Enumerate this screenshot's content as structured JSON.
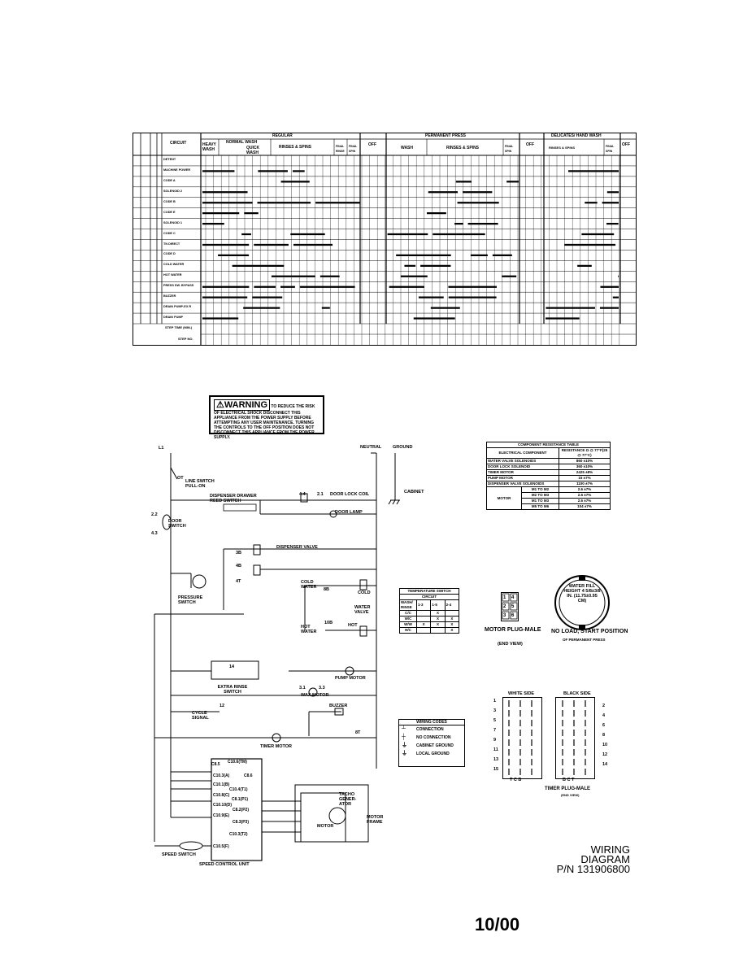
{
  "timer_chart": {
    "top_headers": {
      "circuit": "CIRCUIT",
      "regular": "REGULAR",
      "off1": "OFF",
      "permanent_press": "PERMANENT PRESS",
      "off2": "OFF",
      "delicates": "DELICATES/ HAND WASH",
      "off3": "OFF"
    },
    "sub_headers": {
      "heavy_wash": "HEAVY WASH",
      "normal_wash": "NORMAL WASH",
      "quick_wash": "QUICK WASH",
      "rinses_spins_1": "RINSES & SPINS",
      "final_rinse": "FINAL RINSE",
      "final_spin_1": "FINAL SPIN",
      "wash": "WASH",
      "rinses_spins_2": "RINSES & SPINS",
      "final_spin_2": "FINAL SPIN",
      "rinses_spins_3": "RINSES & SPINS",
      "final_spin_3": "FINAL SPIN"
    },
    "circuits": [
      "DETENT",
      "MACHINE POWER",
      "CODE A",
      "SOLENOID 2",
      "CODE B",
      "CODE E",
      "SOLENOID 1",
      "CODE C",
      "TN DIRECT",
      "CODE D",
      "COLD WATER",
      "HOT WATER",
      "PRESS SW. BYPASS",
      "BUZZER",
      "DRAIN PUMP-EX R",
      "DRAIN PUMP"
    ],
    "row_footer_1": "STEP TIME (MIN.)",
    "row_footer_2": "STEP NO."
  },
  "warning": {
    "badge": "⚠WARNING",
    "text": "TO REDUCE THE RISK OF ELECTRICAL SHOCK DISCONNECT THIS APPLIANCE FROM THE POWER SUPPLY BEFORE ATTEMPTING ANY USER MAINTENANCE. TURNING THE CONTROLS TO THE OFF POSITION DOES NOT DISCONNECT THIS APPLIANCE FROM THE POWER SUPPLY."
  },
  "schematic": {
    "l1": "L1",
    "neutral": "NEUTRAL",
    "ground": "GROUND",
    "cabinet": "CABINET",
    "ot": "OT",
    "line_switch": "LINE SWITCH PULL-ON",
    "dispenser_drawer": "DISPENSER DRAWER REED SWITCH",
    "door_lock_coil": "DOOR LOCK COIL",
    "door_lamp": "DOOR LAMP",
    "door_switch": "DOOR SWITCH",
    "dispenser_valve": "DISPENSER VALVE",
    "pressure_switch": "PRESSURE SWITCH",
    "cold_water": "COLD WATER",
    "cold": "COLD",
    "water_valve": "WATER VALVE",
    "hot_water": "HOT WATER",
    "hot": "HOT",
    "extra_rinse": "EXTRA RINSE SWITCH",
    "pump_motor": "PUMP MOTOR",
    "wax_motor": "WAX MOTOR",
    "cycle_signal": "CYCLE SIGNAL",
    "buzzer": "BUZZER",
    "timer_motor": "TIMER MOTOR",
    "motor": "MOTOR",
    "tacho": "TACHO GENER- ATOR",
    "motor_frame": "MOTOR FRAME",
    "speed_switch": "SPEED SWITCH",
    "speed_control": "SPEED CONTROL UNIT",
    "n_44": "4.4",
    "n_21": "2.1",
    "n_22": "2.2",
    "n_43": "4.3",
    "n_3B": "3B",
    "n_4B": "4B",
    "n_4T": "4T",
    "n_8B": "8B",
    "n_10B": "10B",
    "n_31": "3.1",
    "n_33": "3.3",
    "n_14": "14",
    "n_12": "12",
    "n_8T": "8T",
    "sc_labels": [
      "C8.5",
      "C10.6(TM)",
      "C10.3(A)",
      "C8.6",
      "C10.1(B)",
      "C10.4(T1)",
      "C10.8(C)",
      "C8.1(P1)",
      "C10.10(D)",
      "C8.2(P2)",
      "C10.9(E)",
      "C8.3(P3)",
      "C10.3(T2)",
      "C10.5(F)"
    ]
  },
  "resistance_table": {
    "title": "COMPONENT RESISTANCE TABLE",
    "col1": "ELECTRICAL COMPONENT",
    "col2": "RESISTANCE Ω @ 77°F(25 @ 77°C)",
    "rows": [
      [
        "WATER VALVE SOLENOIDS",
        "860 ±10%"
      ],
      [
        "DOOR LOCK SOLENOID",
        "360 ±10%"
      ],
      [
        "TIMER MOTOR",
        "2425 ±8%"
      ],
      [
        "PUMP MOTOR",
        "15 ±7%"
      ],
      [
        "DISPENSER VALVE SOLENOIDS",
        "1100 ±7%"
      ]
    ],
    "motor_label": "MOTOR",
    "motor_rows": [
      [
        "M1 TO M2",
        "2.6 ±7%"
      ],
      [
        "M2 TO M3",
        "2.6 ±7%"
      ],
      [
        "M1 TO M3",
        "2.6 ±7%"
      ],
      [
        "M5 TO M6",
        "104 ±7%"
      ]
    ]
  },
  "temp_switch": {
    "title": "TEMPERATURE SWITCH",
    "circuit": "CIRCUIT",
    "col0": "WASH/ RINSE",
    "cols": [
      "1-3",
      "1-5",
      "2-4"
    ],
    "rows": [
      [
        "C/C",
        "",
        "X",
        ""
      ],
      [
        "W/C",
        "",
        "X",
        "X"
      ],
      [
        "W/W",
        "X",
        "X",
        "X"
      ],
      [
        "H/C",
        "",
        "",
        "X"
      ]
    ]
  },
  "motor_plug": {
    "label": "MOTOR PLUG-MALE",
    "sub": "(END VIEW)",
    "pins": [
      "1",
      "4",
      "2",
      "5",
      "3",
      "6"
    ]
  },
  "water_fill": {
    "text": "WATER FILL HEIGHT 4 5/8±3/8 IN. (11.75±0.95 CM)",
    "caption": "NO LOAD, START POSITION",
    "caption2": "OF PERMANENT PRESS"
  },
  "wiring_codes": {
    "title": "WIRING CODES",
    "items": [
      "CONNECTION",
      "NO CONNECTION",
      "CABINET GROUND",
      "LOCAL GROUND"
    ]
  },
  "timer_plug": {
    "white_side": "WHITE SIDE",
    "black_side": "BLACK SIDE",
    "label": "TIMER PLUG-MALE",
    "sub": "(END VIEW)",
    "left_nums": [
      "1",
      "3",
      "5",
      "7",
      "9",
      "11",
      "13",
      "15"
    ],
    "right_nums": [
      "2",
      "4",
      "6",
      "8",
      "10",
      "12",
      "14"
    ],
    "bottom_left": "T C B",
    "bottom_right": "B C T"
  },
  "title": {
    "line1": "WIRING DIAGRAM",
    "line2": "P/N 131906800"
  },
  "footer": "10/00"
}
